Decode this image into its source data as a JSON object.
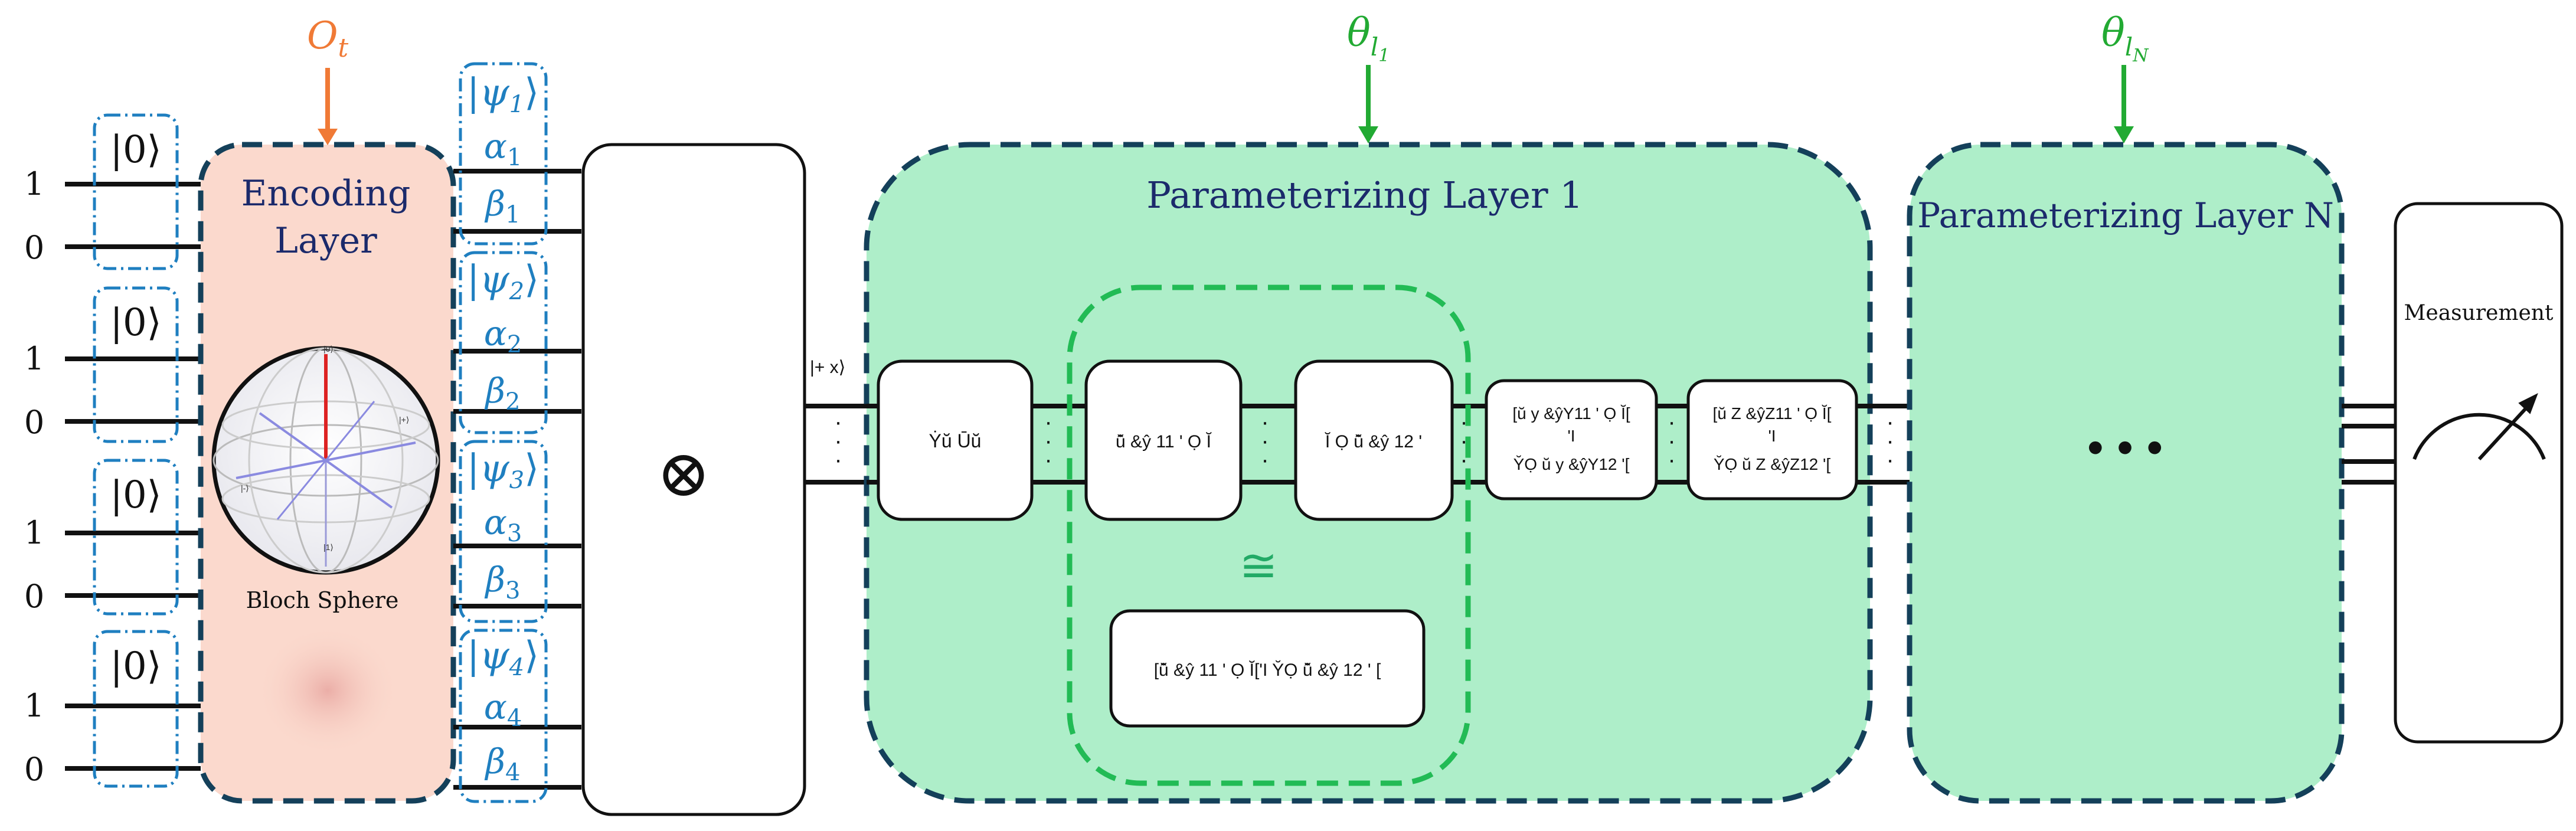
{
  "colors": {
    "dash_border": "#14405a",
    "encoding_fill": "#fbd9cd",
    "param_fill": "#aeeec9",
    "inner_dash": "#22bb55",
    "orange": "#f07a36",
    "green": "#22aa33",
    "blue_text": "#1f7fc0",
    "navy_text": "#1b2a6b",
    "congruent": "#22aa66"
  },
  "input": {
    "ket_zero": "|0⟩",
    "wire_label_one": "1",
    "wire_label_zero": "0"
  },
  "encoding": {
    "arrow_label_main": "O",
    "arrow_label_sub": "t",
    "title_line1": "Encoding",
    "title_line2": "Layer",
    "bloch_caption": "Bloch Sphere"
  },
  "states": [
    {
      "ket_sub": "1",
      "alpha_sub": "1",
      "beta_sub": "1"
    },
    {
      "ket_sub": "2",
      "alpha_sub": "2",
      "beta_sub": "2"
    },
    {
      "ket_sub": "3",
      "alpha_sub": "3",
      "beta_sub": "3"
    },
    {
      "ket_sub": "4",
      "alpha_sub": "4",
      "beta_sub": "4"
    }
  ],
  "state_symbols": {
    "psi": "ψ",
    "alpha": "α",
    "beta": "β",
    "ket_open": "|",
    "ket_close": "⟩"
  },
  "tensor": {
    "symbol": "⊗"
  },
  "layer1": {
    "title": "Parameterizing Layer 1",
    "theta": "θ",
    "theta_sub": "l",
    "theta_subsub": "1",
    "input_ket": "|+ x⟩",
    "gate1": "Ẏŭ Ūŭ",
    "gate2": "ŭ̂ &ŷ 11 ' Ọ Ĭ",
    "gate3": "Ĭ Ọ ŭ̂ &ŷ 12 '",
    "gate4_line1": "[ŭ y &ŷY11 ' Ọ Ĭ[",
    "gate4_line2": "'I",
    "gate4_line3": "Y̆Ọ ŭ y &ŷY12 '[",
    "gate5_line1": "[ŭ Z &ŷZ11 ' Ọ Ĭ[",
    "gate5_line2": "'I",
    "gate5_line3": "Y̆Ọ ŭ Z &ŷZ12 '[",
    "congruent": "≅",
    "combined_gate": "[ŭ̂ &ŷ 11 ' Ọ Ĭ['I Y̆Ọ ŭ̂ &ŷ 12 ' ["
  },
  "layerN": {
    "title": "Parameterizing Layer N",
    "theta": "θ",
    "theta_sub": "l",
    "theta_subsub": "N",
    "ellipsis": "• • •"
  },
  "measurement": {
    "title": "Measurement"
  }
}
